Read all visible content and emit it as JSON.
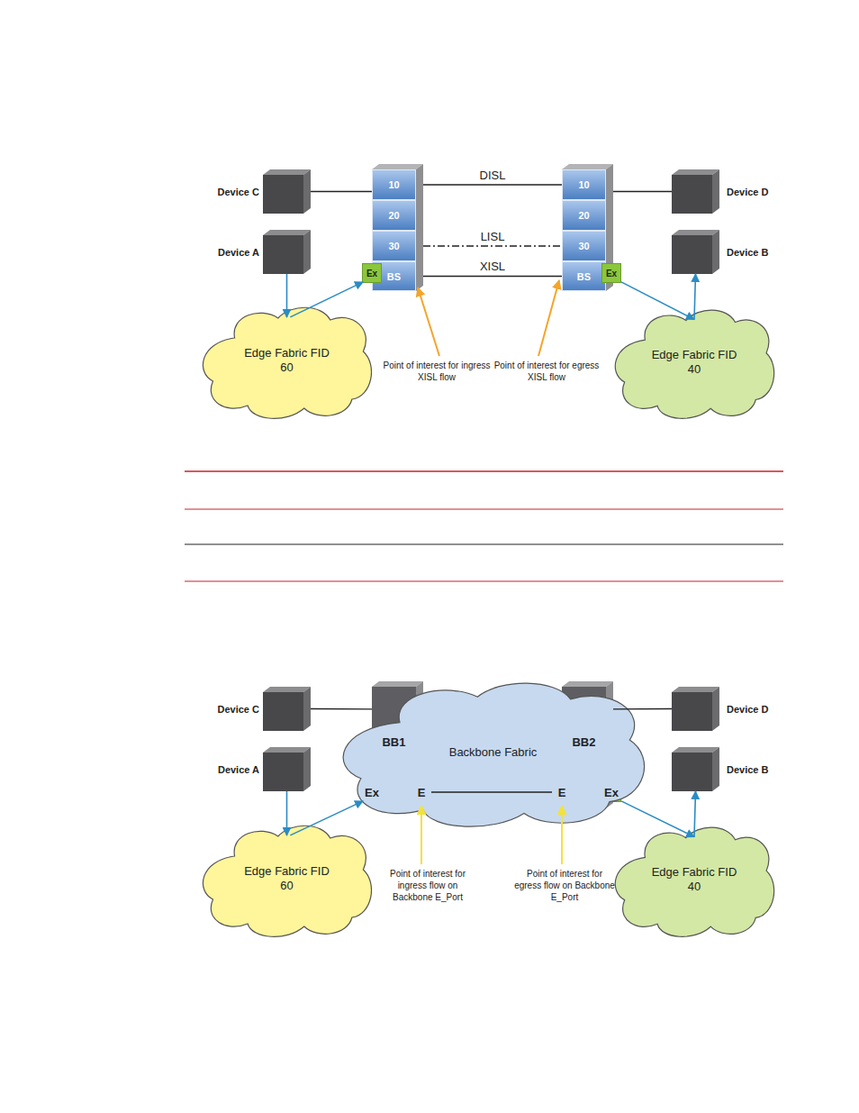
{
  "diagram": {
    "nodes": [
      {
        "text": [
          "Device C"
        ]
      },
      {
        "text": [
          "Device A"
        ]
      },
      {
        "text": [
          "10"
        ]
      },
      {
        "text": [
          "20"
        ]
      },
      {
        "text": [
          "30"
        ]
      },
      {
        "text": [
          "BS"
        ]
      },
      {
        "text": [
          "Ex"
        ]
      },
      {
        "text": [
          "10"
        ]
      },
      {
        "text": [
          "20"
        ]
      },
      {
        "text": [
          "30"
        ]
      },
      {
        "text": [
          "BS"
        ]
      },
      {
        "text": [
          "Ex"
        ]
      },
      {
        "text": [
          "Device D"
        ]
      },
      {
        "text": [
          "Device B"
        ]
      },
      {
        "text": [
          "Edge Fabric FID 60"
        ]
      },
      {
        "text": [
          "Edge Fabric FID 40"
        ]
      },
      {
        "text": [
          "Backbone Fabric"
        ]
      },
      {
        "text": [
          "Device C"
        ]
      },
      {
        "text": [
          "Device A"
        ]
      },
      {
        "text": [
          "BB1"
        ],
        "in": 16
      },
      {
        "text": [
          "Ex"
        ],
        "in": 19
      },
      {
        "text": [
          "E"
        ],
        "in": 19
      },
      {
        "text": [
          "BB2"
        ],
        "in": 16
      },
      {
        "text": [
          "E"
        ],
        "in": 22
      },
      {
        "text": [
          "Ex"
        ],
        "in": 22
      },
      {
        "text": [
          "Device D"
        ]
      },
      {
        "text": [
          "Device B"
        ]
      },
      {
        "text": [
          "Edge Fabric FID 60"
        ]
      },
      {
        "text": [
          "Edge Fabric FID 40"
        ]
      }
    ],
    "edges": [
      {
        "from": 0,
        "to": 2,
        "arrow": "none"
      },
      {
        "from": 2,
        "to": 7,
        "label": "DISL",
        "arrow": "none"
      },
      {
        "from": 7,
        "to": 12,
        "arrow": "none"
      },
      {
        "from": 4,
        "to": 9,
        "label": "LISL",
        "arrow": "none"
      },
      {
        "from": 5,
        "to": 10,
        "label": "XISL",
        "arrow": "none"
      },
      {
        "from": 1,
        "to": 14,
        "arrow": "to"
      },
      {
        "from": 14,
        "to": 6,
        "arrow": "to"
      },
      {
        "from": 11,
        "to": 15,
        "arrow": "to"
      },
      {
        "from": 15,
        "to": 13,
        "arrow": "to"
      },
      {
        "from": 17,
        "to": 19,
        "arrow": "none"
      },
      {
        "from": 22,
        "to": 25,
        "arrow": "none"
      },
      {
        "from": 21,
        "to": 23,
        "arrow": "none"
      },
      {
        "from": 18,
        "to": 27,
        "arrow": "to"
      },
      {
        "from": 27,
        "to": 20,
        "arrow": "to"
      },
      {
        "from": 24,
        "to": 28,
        "arrow": "to"
      },
      {
        "from": 28,
        "to": 26,
        "arrow": "to"
      }
    ],
    "labels": [
      "Point of interest for ingress XISL flow",
      "Point of interest for egress XISL flow",
      "Point of interest for ingress flow on Backbone E_Port",
      "Point of interest for egress flow on Backbone E_Port"
    ]
  }
}
